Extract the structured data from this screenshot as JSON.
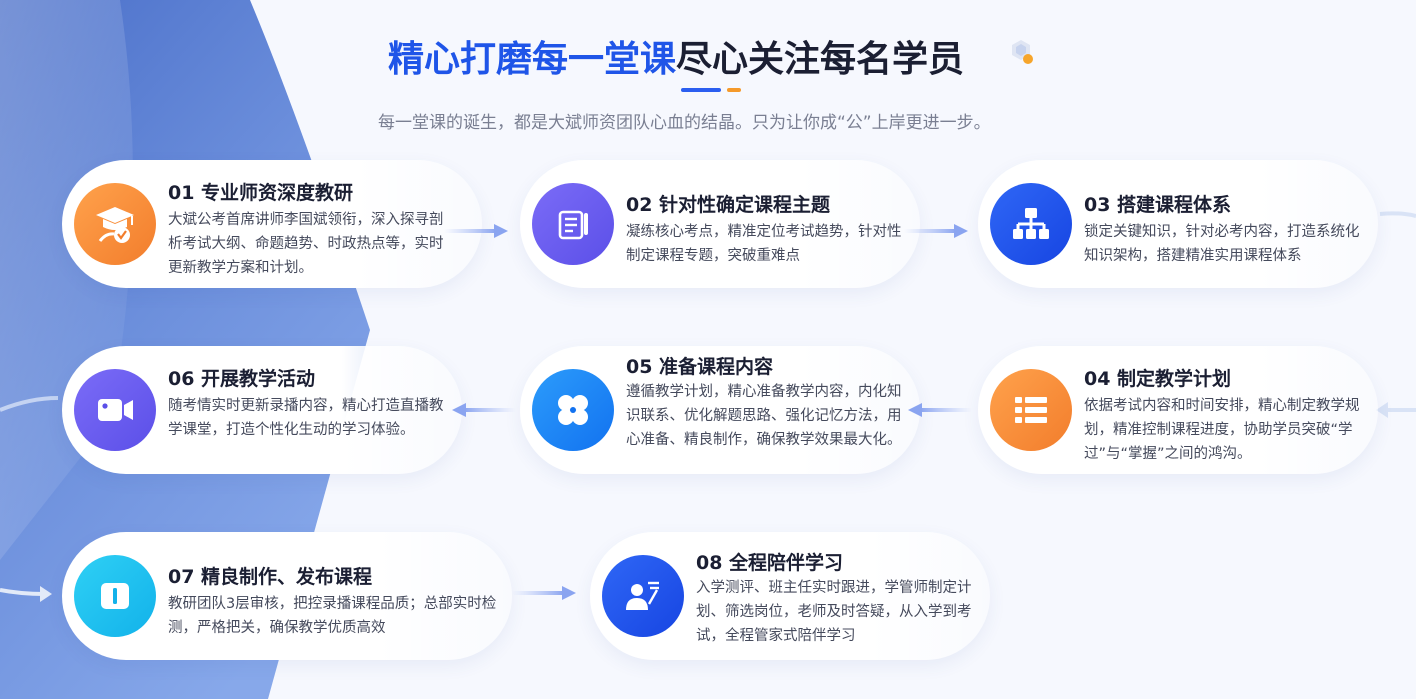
{
  "header": {
    "title_highlight": "精心打磨每一堂课",
    "title_rest": "尽心关注每名学员",
    "subtitle": "每一堂课的诞生，都是大斌师资团队心血的结晶。只为让你成“公”上岸更进一步。"
  },
  "steps": [
    {
      "title": "01 专业师资深度教研",
      "desc": "大斌公考首席讲师李国斌领衔，深入探寻剖析考试大纲、命题趋势、时政热点等，实时更新教学方案和计划。",
      "icon": "graduation-cap-check-icon",
      "color": "#f98f3a"
    },
    {
      "title": "02 针对性确定课程主题",
      "desc": "凝练核心考点，精准定位考试趋势，针对性制定课程专题，突破重难点",
      "icon": "document-edit-icon",
      "color": "#6a5cf3"
    },
    {
      "title": "03 搭建课程体系",
      "desc": "锁定关键知识，针对必考内容，打造系统化知识架构，搭建精准实用课程体系",
      "icon": "hierarchy-icon",
      "color": "#1d52f0"
    },
    {
      "title": "04 制定教学计划",
      "desc": "依据考试内容和时间安排，精心制定教学规划，精准控制课程进度，协助学员突破“学过”与“掌握”之间的鸿沟。",
      "icon": "list-icon",
      "color": "#f98f3a"
    },
    {
      "title": "05 准备课程内容",
      "desc": "遵循教学计划，精心准备教学内容，内化知识联系、优化解题思路、强化记忆方法，用心准备、精良制作，确保教学效果最大化。",
      "icon": "clover-icon",
      "color": "#1f8af8"
    },
    {
      "title": "06 开展教学活动",
      "desc": "随考情实时更新录播内容，精心打造直播教学课堂，打造个性化生动的学习体验。",
      "icon": "video-camera-icon",
      "color": "#6a5cf3"
    },
    {
      "title": "07 精良制作、发布课程",
      "desc": "教研团队3层审核，把控录播课程品质；总部实时检测，严格把关，确保教学优质高效",
      "icon": "book-icon",
      "color": "#1cc0ee"
    },
    {
      "title": "08 全程陪伴学习",
      "desc": "入学测评、班主任实时跟进，学管师制定计划、筛选岗位，老师及时答疑，从入学到考试，全程管家式陪伴学习",
      "icon": "teacher-board-icon",
      "color": "#1d52f0"
    }
  ],
  "colors": {
    "accent_blue": "#1f55e8",
    "accent_orange": "#f59a2b",
    "background_panel": "#5b83d4"
  }
}
